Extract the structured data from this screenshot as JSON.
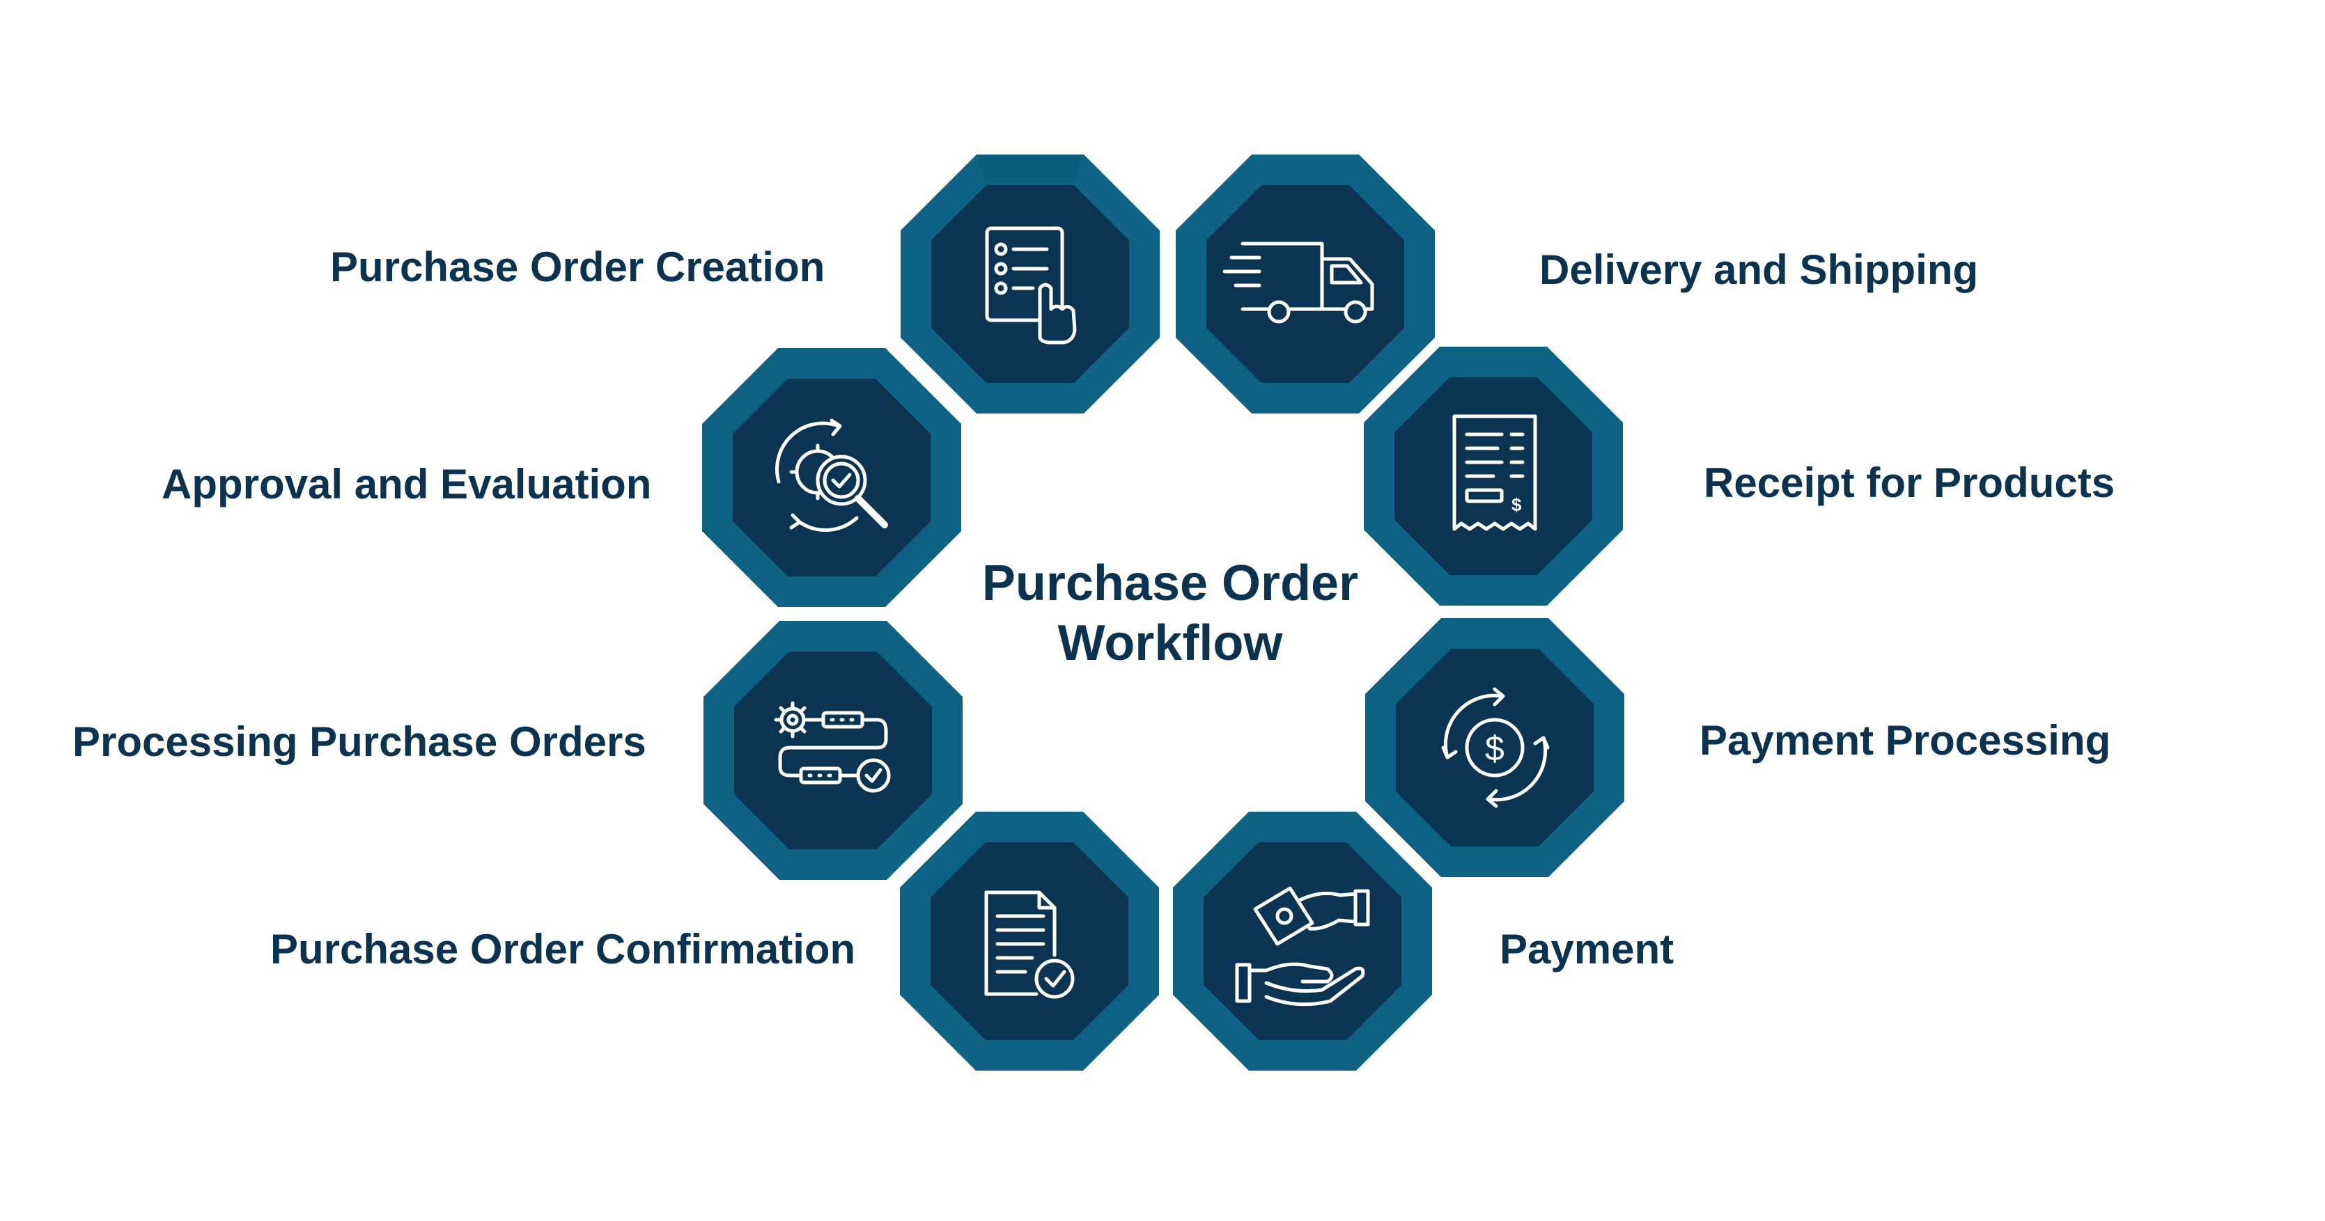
{
  "title": {
    "line1": "Purchase Order",
    "line2": "Workflow"
  },
  "steps": [
    {
      "label": "Purchase Order Creation",
      "icon": "checklist-touch-icon"
    },
    {
      "label": "Delivery and Shipping",
      "icon": "delivery-truck-icon"
    },
    {
      "label": "Receipt for Products",
      "icon": "receipt-icon"
    },
    {
      "label": "Payment Processing",
      "icon": "dollar-cycle-icon"
    },
    {
      "label": "Payment",
      "icon": "hand-money-icon"
    },
    {
      "label": "Purchase Order Confirmation",
      "icon": "document-check-icon"
    },
    {
      "label": "Processing Purchase Orders",
      "icon": "workflow-process-icon"
    },
    {
      "label": "Approval and Evaluation",
      "icon": "gear-search-check-icon"
    }
  ],
  "colors": {
    "outer": "#0e6283",
    "inner": "#0a3452",
    "text": "#0b3350",
    "icon": "#ffffff"
  }
}
